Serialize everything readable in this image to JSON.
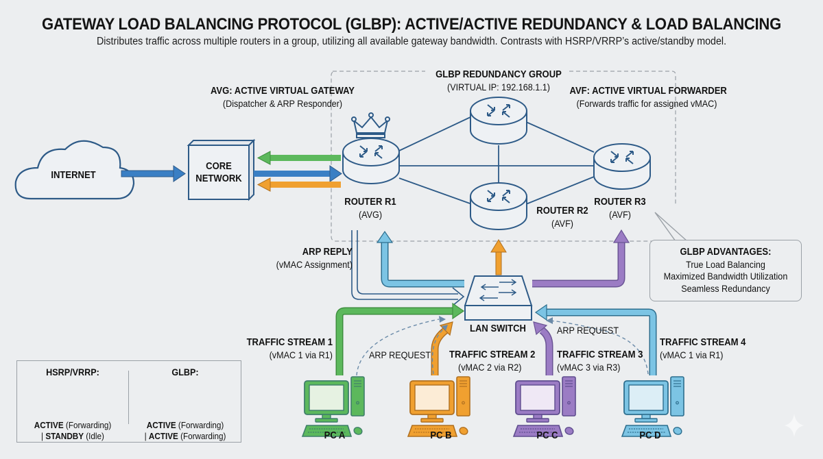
{
  "header": {
    "title": "GATEWAY LOAD BALANCING PROTOCOL (GLBP): ACTIVE/ACTIVE REDUNDANCY & LOAD BALANCING",
    "subtitle": "Distributes traffic across multiple routers in a group, utilizing all available gateway bandwidth. Contrasts with HSRP/VRRP’s active/standby model."
  },
  "colors": {
    "stroke": "#2d5a87",
    "blue_arrow": "#3a7fc4",
    "green": "#5cb85c",
    "orange": "#f0a030",
    "purple": "#9b7cc4",
    "light_blue": "#7cc4e4",
    "background": "#eceef0"
  },
  "nodes": {
    "internet": "INTERNET",
    "core": [
      "CORE",
      "NETWORK"
    ],
    "group": {
      "title": "GLBP REDUNDANCY GROUP",
      "virtual_ip": "(VIRTUAL IP: 192.168.1.1)"
    },
    "avg": {
      "title": "AVG: ACTIVE VIRTUAL GATEWAY",
      "desc": "(Dispatcher & ARP Responder)"
    },
    "avf": {
      "title": "AVF: ACTIVE VIRTUAL FORWARDER",
      "desc": "(Forwards traffic for assigned vMAC)"
    },
    "r1": {
      "name": "ROUTER R1",
      "role": "(AVG)"
    },
    "r2": {
      "name": "ROUTER R2",
      "role": "(AVF)"
    },
    "r3": {
      "name": "ROUTER R3",
      "role": "(AVF)"
    },
    "switch": "LAN SWITCH"
  },
  "annotations": {
    "arp_reply": {
      "title": "ARP REPLY",
      "desc": "(vMAC Assignment)"
    },
    "arp_request_left": "ARP REQUEST",
    "arp_request_right": "ARP REQUEST"
  },
  "streams": [
    {
      "title": "TRAFFIC STREAM 1",
      "desc": "(vMAC 1 via R1)",
      "color": "#5cb85c"
    },
    {
      "title": "TRAFFIC STREAM 2",
      "desc": "(vMAC 2 via R2)",
      "color": "#f0a030"
    },
    {
      "title": "TRAFFIC STREAM 3",
      "desc": "(vMAC 3 via R3)",
      "color": "#9b7cc4"
    },
    {
      "title": "TRAFFIC STREAM 4",
      "desc": "(vMAC 1 via R1)",
      "color": "#7cc4e4"
    }
  ],
  "pcs": [
    {
      "name": "PC A",
      "color": "#5cb85c",
      "screen": "#e6f2e2",
      "stroke": "#3e7e6a"
    },
    {
      "name": "PC B",
      "color": "#f0a030",
      "screen": "#fcecd6",
      "stroke": "#b07020"
    },
    {
      "name": "PC C",
      "color": "#9b7cc4",
      "screen": "#efe8f5",
      "stroke": "#5e4c8e"
    },
    {
      "name": "PC D",
      "color": "#7cc4e4",
      "screen": "#dceef6",
      "stroke": "#2d6e8e"
    }
  ],
  "advantages": {
    "title": "GLBP ADVANTAGES:",
    "items": [
      "True Load Balancing",
      "Maximized Bandwidth Utilization",
      "Seamless Redundancy"
    ]
  },
  "legend": {
    "hsrp": {
      "title": "HSRP/VRRP:",
      "line1_bold": "ACTIVE",
      "line1": " (Forwarding)",
      "line2_prefix": "| ",
      "line2_bold": "STANDBY",
      "line2": " (Idle)"
    },
    "glbp": {
      "title": "GLBP:",
      "line1_bold": "ACTIVE",
      "line1": " (Forwarding)",
      "line2_prefix": "| ",
      "line2_bold": "ACTIVE",
      "line2": " (Forwarding)"
    }
  }
}
